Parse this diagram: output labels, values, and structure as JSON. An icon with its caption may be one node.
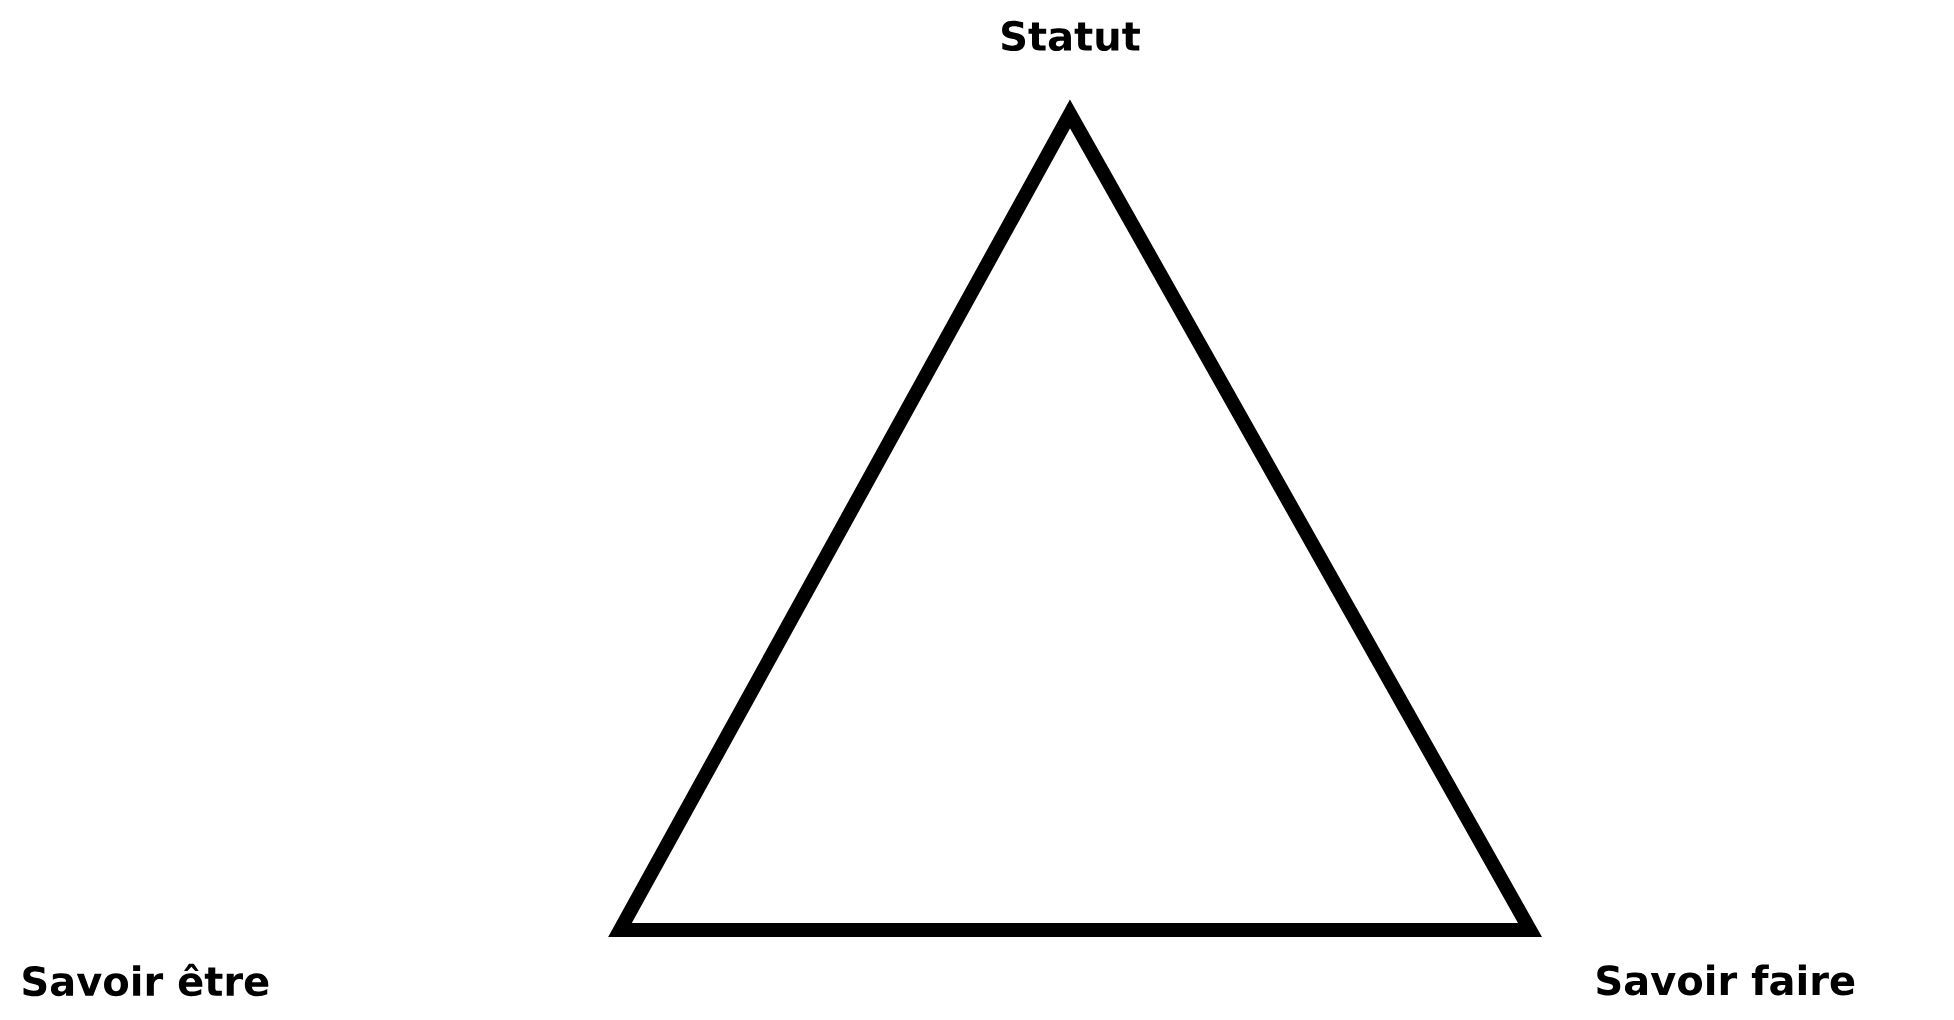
{
  "diagram": {
    "labels": [
      "Statut",
      "Savoir être",
      "Savoir faire"
    ]
  }
}
